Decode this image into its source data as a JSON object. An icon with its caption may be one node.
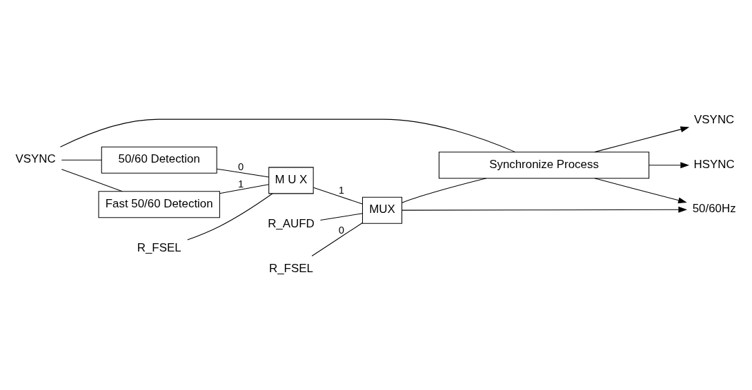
{
  "diagram": {
    "nodes": [
      {
        "text": [
          "VSYNC"
        ]
      },
      {
        "text": [
          "Synchronize Process"
        ]
      },
      {
        "text": [
          "VSYNC"
        ]
      },
      {
        "text": [
          "HSYNC"
        ]
      },
      {
        "text": [
          "50/60Hz"
        ]
      },
      {
        "text": [
          "MUX"
        ]
      },
      {
        "text": [
          "R_AUFD"
        ]
      },
      {
        "text": [
          "50/60 Detection"
        ]
      },
      {
        "text": [
          "Fast 50/60 Detection"
        ]
      },
      {
        "text": [
          "M U X"
        ]
      },
      {
        "text": [
          "R_FSEL"
        ]
      },
      {
        "text": [
          "R_FSEL"
        ]
      }
    ],
    "edges": [
      {
        "from": 0,
        "to": 1,
        "arrow": "none"
      },
      {
        "from": 0,
        "to": 7,
        "arrow": "none"
      },
      {
        "from": 0,
        "to": 8,
        "arrow": "none"
      },
      {
        "from": 1,
        "to": 2,
        "arrow": "to"
      },
      {
        "from": 1,
        "to": 3,
        "arrow": "to"
      },
      {
        "from": 1,
        "to": 4,
        "arrow": "to"
      },
      {
        "from": 5,
        "to": 1,
        "arrow": "none"
      },
      {
        "from": 5,
        "to": 4,
        "arrow": "to"
      },
      {
        "from": 6,
        "to": 5,
        "arrow": "none"
      },
      {
        "from": 7,
        "to": 9,
        "arrow": "none",
        "label": "0"
      },
      {
        "from": 8,
        "to": 9,
        "arrow": "none",
        "label": "1"
      },
      {
        "from": 9,
        "to": 5,
        "arrow": "none",
        "label": "1"
      },
      {
        "from": 10,
        "to": 5,
        "arrow": "none",
        "label": "0"
      },
      {
        "from": 11,
        "to": 9,
        "arrow": "none"
      }
    ]
  }
}
